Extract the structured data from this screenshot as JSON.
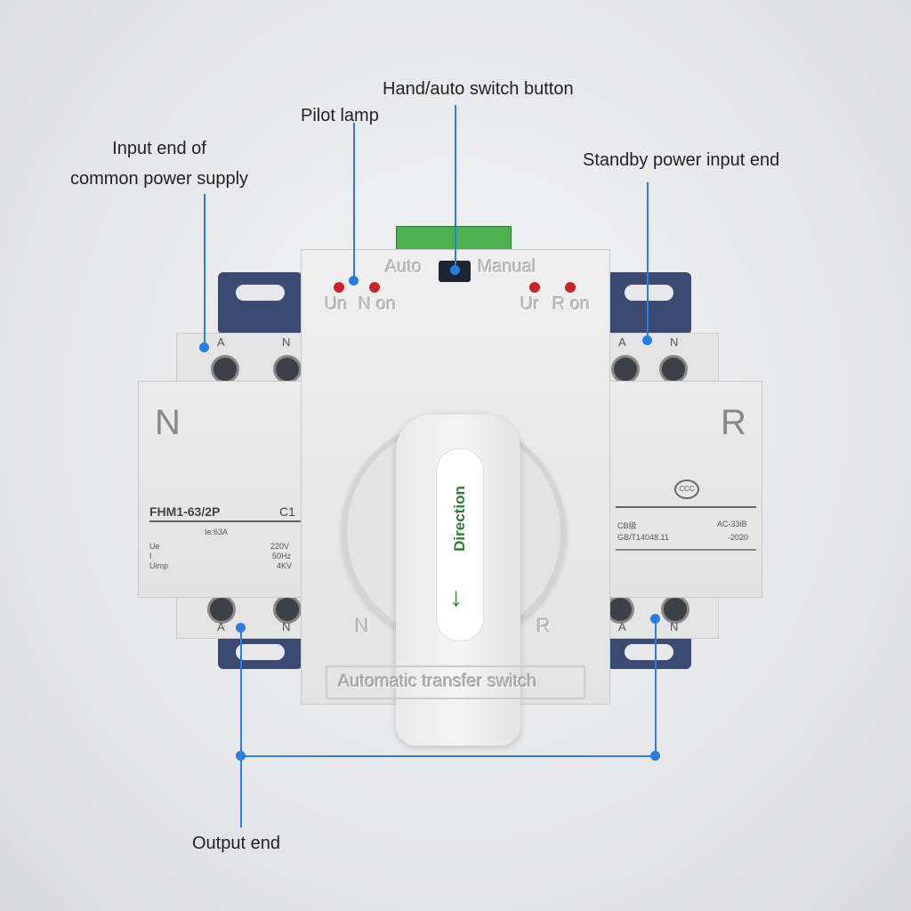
{
  "annotations": {
    "hand_auto_switch": "Hand/auto switch button",
    "pilot_lamp": "Pilot lamp",
    "input_common_line1": "Input end of",
    "input_common_line2": "common power supply",
    "standby_input": "Standby power input end",
    "output_end": "Output end"
  },
  "device": {
    "top_labels": {
      "auto": "Auto",
      "manual": "Manual",
      "un": "Un",
      "n_on": "N on",
      "ur": "Ur",
      "r_on": "R on"
    },
    "terminal_labels": {
      "a": "A",
      "n": "N"
    },
    "left_module": {
      "letter": "N",
      "model": "FHM1-63/2P",
      "curve": "C1",
      "rated_current": "Ie:63A",
      "ue_label": "Ue",
      "ue_value": "220V",
      "i_label": "I",
      "i_value": "50Hz",
      "uimp_label": "Uimp",
      "uimp_value": "4KV"
    },
    "right_module": {
      "letter": "R",
      "cert_mark": "CCC",
      "cb_class": "CB级",
      "category": "AC-33iB",
      "standard": "GB/T14048.11",
      "year": "-2020"
    },
    "knob_label": "Direction",
    "bottom_plate": "Automatic transfer switch",
    "knob_marks": {
      "n": "N",
      "r": "R"
    }
  },
  "colors": {
    "annotation": "#2b7de0",
    "lamp": "#c8242a",
    "connector": "#4caf50",
    "direction": "#2e7d32"
  }
}
